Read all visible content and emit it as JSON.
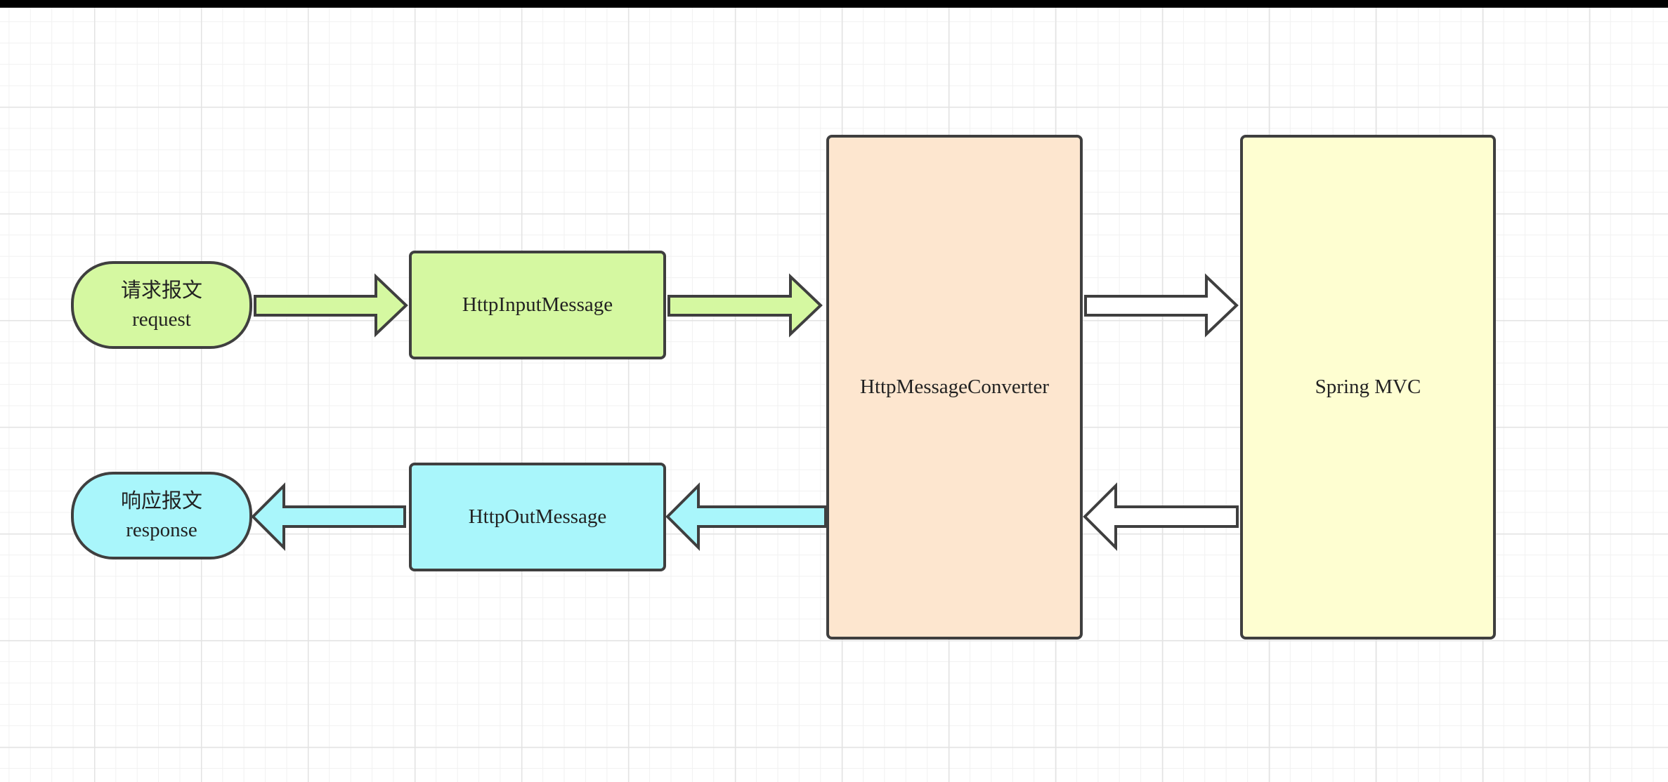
{
  "diagram": {
    "request": {
      "line1": "请求报文",
      "line2": "request",
      "fill": "#d5f8a1"
    },
    "response": {
      "line1": "响应报文",
      "line2": "response",
      "fill": "#a9f6fb"
    },
    "input_message": {
      "label": "HttpInputMessage",
      "fill": "#d5f8a1"
    },
    "output_message": {
      "label": "HttpOutMessage",
      "fill": "#a9f6fb"
    },
    "converter": {
      "label": "HttpMessageConverter",
      "fill": "#fde6cf"
    },
    "spring": {
      "label": "Spring MVC",
      "fill": "#fefed1"
    },
    "arrows": [
      {
        "from": "request",
        "to": "input_message",
        "fill": "#d5f8a1"
      },
      {
        "from": "input_message",
        "to": "converter",
        "fill": "#d5f8a1"
      },
      {
        "from": "converter",
        "to": "spring",
        "fill": "#ffffff"
      },
      {
        "from": "spring",
        "to": "converter",
        "fill": "#ffffff"
      },
      {
        "from": "converter",
        "to": "output_message",
        "fill": "#a9f6fb"
      },
      {
        "from": "output_message",
        "to": "response",
        "fill": "#a9f6fb"
      }
    ]
  }
}
